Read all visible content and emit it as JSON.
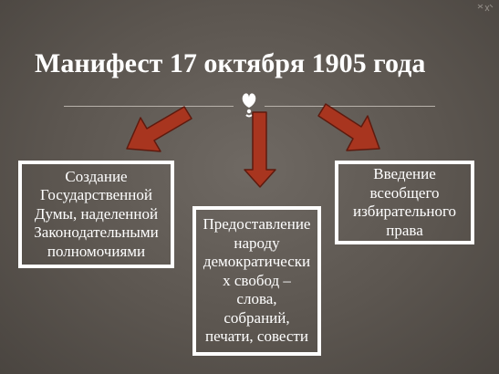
{
  "title": "Манифест 17 октября 1905 года",
  "boxes": {
    "left": {
      "lines": [
        "Создание",
        "Государственной",
        "Думы, наделенной",
        "Законодательными",
        "полномочиями"
      ]
    },
    "center": {
      "lines": [
        "Предоставление",
        "народу",
        "демократически",
        "х свобод –",
        "слова,",
        "собраний,",
        "печати, совести"
      ]
    },
    "right": {
      "lines": [
        "Введение",
        "всеобщего",
        "избирательного",
        "права"
      ]
    }
  },
  "colors": {
    "arrow_fill": "#a8351f",
    "arrow_stroke": "#5e1a0e",
    "box_border": "#ffffff",
    "text": "#ffffff",
    "background": "#5c5650"
  },
  "icons": {
    "ornament": "fleuron-icon",
    "corner": "decorative-corner-icon"
  }
}
